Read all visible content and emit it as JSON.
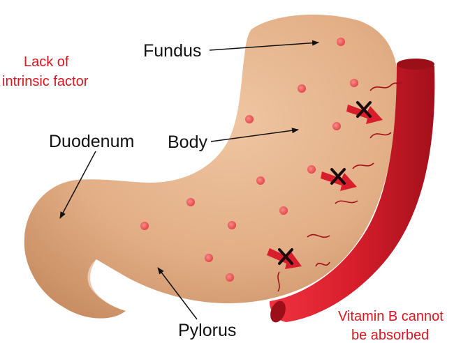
{
  "labels": {
    "fundus": "Fundus",
    "body": "Body",
    "duodenum": "Duodenum",
    "pylorus": "Pylorus",
    "lack_line1": "Lack of",
    "lack_line2": "intrinsic factor",
    "vitamin_line1": "Vitamin B cannot",
    "vitamin_line2": "be absorbed"
  },
  "colors": {
    "stomach": "#e2ae86",
    "dot": "#ee5c5c",
    "vessel": "#d81e2c",
    "label_red": "#d7151f",
    "text": "#111111"
  }
}
